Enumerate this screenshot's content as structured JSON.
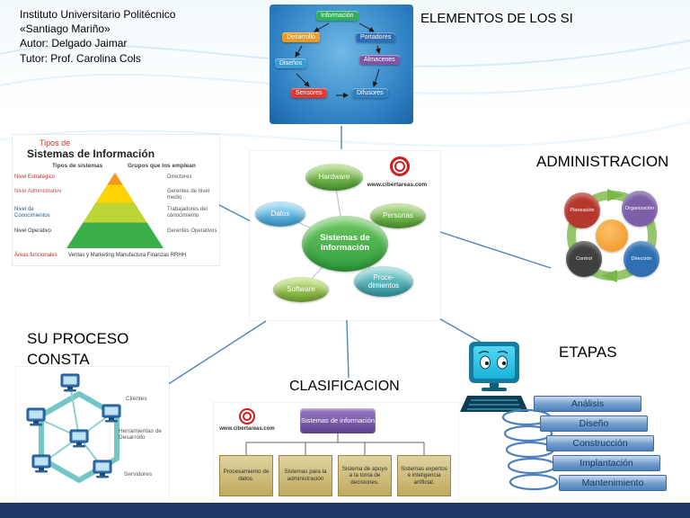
{
  "header": {
    "line1": "Instituto Universitario Politécnico",
    "line2": "«Santiago Mariño»",
    "line3": "Autor: Delgado Jaimar",
    "line4": "Tutor: Prof. Carolina Cols"
  },
  "labels": {
    "elementos": "ELEMENTOS  DE LOS SI",
    "administracion": "ADMINISTRACION",
    "su_proceso_line1": "SU PROCESO",
    "su_proceso_line2": "CONSTA",
    "clasificacion": "CLASIFICACION",
    "etapas": "ETAPAS"
  },
  "elementos_diagram": {
    "nodes": [
      {
        "label": "Información",
        "color": "#2fae60"
      },
      {
        "label": "Desarrollo",
        "color": "#f29a1f"
      },
      {
        "label": "Portadores",
        "color": "#2a6db8"
      },
      {
        "label": "Diseños",
        "color": "#3a9ad2"
      },
      {
        "label": "Almacenes",
        "color": "#7e57a4"
      },
      {
        "label": "Sensores",
        "color": "#e03a30"
      },
      {
        "label": "Difusores",
        "color": "#2f7fc1"
      }
    ]
  },
  "tipos_diagram": {
    "title_line1": "Tipos de",
    "title_line2": "Sistemas de Información",
    "col_left": "Tipos de sistemas",
    "col_right": "Grupos que los emplean",
    "rows": [
      {
        "left": "Nivel Estratégico",
        "right": "Directores"
      },
      {
        "left": "Nivel Administrativo",
        "right": "Gerentes de nivel medio"
      },
      {
        "left": "Nivel de Conocimientos",
        "right": "Trabajadores del conocimiento"
      },
      {
        "left": "Nivel Operativo",
        "right": "Gerentes Operativos"
      }
    ],
    "footer_left": "Áreas funcionales",
    "footer_right": "Ventas y Marketing   Manufactura   Finanzas   RRHH"
  },
  "central_diagram": {
    "center_line1": "Sistemas de",
    "center_line2": "información",
    "website": "www.cibertareas.com",
    "nodes": {
      "hardware": "Hardware",
      "personas": "Personas",
      "datos": "Datos",
      "software": "Software",
      "procedimientos_line1": "Proce-",
      "procedimientos_line2": "dimientos"
    }
  },
  "admin_diagram": {
    "nodes": [
      {
        "label": "Planeación",
        "color": "#b5382f"
      },
      {
        "label": "Organización",
        "color": "#7c5fa8"
      },
      {
        "label": "Control",
        "color": "#3f3f3f"
      },
      {
        "label": "Dirección",
        "color": "#2f6fb2"
      }
    ]
  },
  "proceso_diagram": {
    "labels": [
      "Clientes",
      "Herramientas de Desarrollo",
      "Servidores"
    ]
  },
  "clasificacion_chart": {
    "root": "Sistemas de información",
    "website": "www.cibertareas.com",
    "children": [
      "Procesamiento de datos.",
      "Sistemas para la administración",
      "Sistema de apoyo a la toma de decisiones.",
      "Sistemas expertos e inteligencia artificial."
    ]
  },
  "etapas_diagram": {
    "steps": [
      "Análisis",
      "Diseño",
      "Construcción",
      "Implantación",
      "Mantenimiento"
    ]
  },
  "colors": {
    "connector_line": "#4f81bd",
    "footer_bar": "#1f3864"
  }
}
